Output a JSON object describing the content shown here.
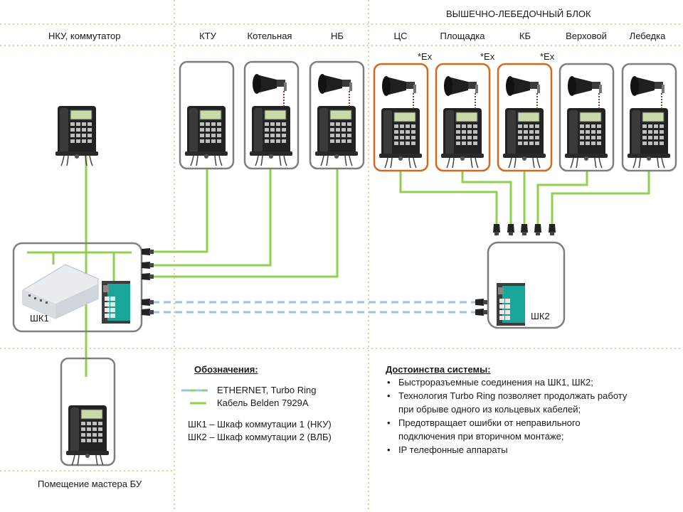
{
  "zones": {
    "nku": "НКУ, коммутатор",
    "vlb_block": "ВЫШЕЧНО-ЛЕБЕДОЧНЫЙ БЛОК",
    "master_room": "Помещение мастера БУ"
  },
  "columns": [
    "КТУ",
    "Котельная",
    "НБ",
    "ЦС",
    "Площадка",
    "КБ",
    "Верховой",
    "Лебедка"
  ],
  "ex_mark": "*Ex",
  "cabinets": {
    "shk1": "ШК1",
    "shk2": "ШК2"
  },
  "legend": {
    "title": "Обозначения:",
    "ethernet": "ETHERNET, Turbo Ring",
    "cable": "Кабель  Belden 7929A",
    "shk1_desc": "ШК1 – Шкаф коммутации 1 (НКУ)",
    "shk2_desc": "ШК2 – Шкаф коммутации 2 (ВЛБ)"
  },
  "advantages": {
    "title": "Достоинства системы:",
    "items": [
      "Быстроразъемные соединения на ШК1, ШК2;",
      "Технология Turbo Ring позволяет продолжать работу при обрыве одного из кольцевых кабелей;",
      "Предотвращает ошибки  от неправильного подключения при вторичном монтаже;",
      "IP телефонные аппараты"
    ]
  },
  "colors": {
    "grid_dots": "#f0c8a0",
    "box_border": "#7f7f7f",
    "ex_border": "#d2691e",
    "cable_green": "#92d050",
    "ethernet_blue": "#9dc3e6",
    "phone_body": "#2b2b2b",
    "switch_teal": "#1aa59a"
  },
  "icons": [
    "phone-icon",
    "horn-speaker-icon",
    "connector-icon",
    "switch-icon",
    "cabinet-icon"
  ]
}
